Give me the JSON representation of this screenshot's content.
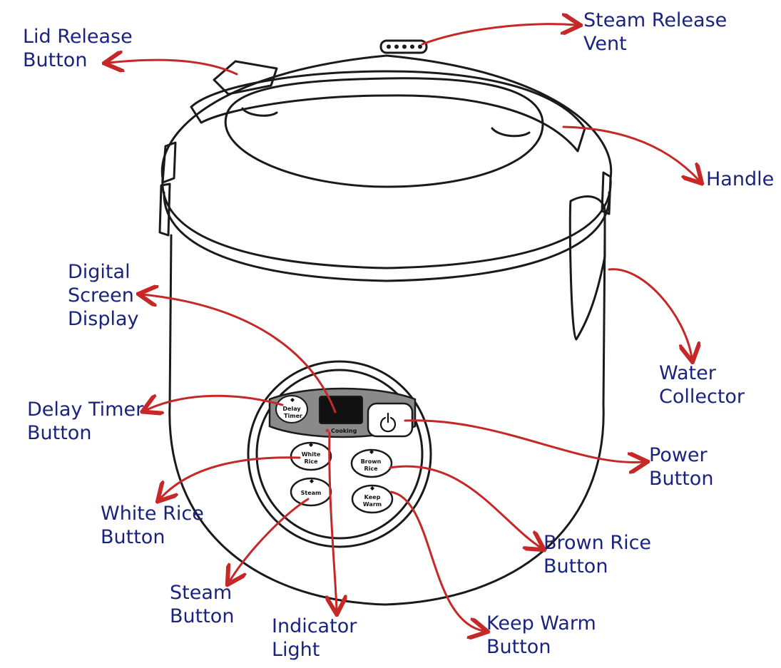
{
  "colors": {
    "label": "#1a237e",
    "arrow": "#c62828",
    "outline": "#1a1a1a",
    "panel": "#8a8a8a",
    "screen": "#111111",
    "indicator": "#d32f2f"
  },
  "labels": {
    "lid_release": [
      "Lid Release",
      "Button"
    ],
    "steam_vent": [
      "Steam Release",
      "Vent"
    ],
    "handle": [
      "Handle"
    ],
    "digital_screen": [
      "Digital",
      "Screen",
      "Display"
    ],
    "water_collector": [
      "Water",
      "Collector"
    ],
    "delay_timer": [
      "Delay Timer",
      "Button"
    ],
    "power": [
      "Power",
      "Button"
    ],
    "white_rice": [
      "White Rice",
      "Button"
    ],
    "brown_rice": [
      "Brown Rice",
      "Button"
    ],
    "steam": [
      "Steam",
      "Button"
    ],
    "indicator": [
      "Indicator",
      "Light"
    ],
    "keep_warm": [
      "Keep Warm",
      "Button"
    ]
  },
  "panel_buttons": {
    "delay": [
      "Delay",
      "Timer"
    ],
    "white": [
      "White",
      "Rice"
    ],
    "brown": [
      "Brown",
      "Rice"
    ],
    "steam": [
      "Steam"
    ],
    "warm": [
      "Keep",
      "Warm"
    ],
    "cooking": "Cooking"
  },
  "icons": {
    "power": "power-icon"
  }
}
